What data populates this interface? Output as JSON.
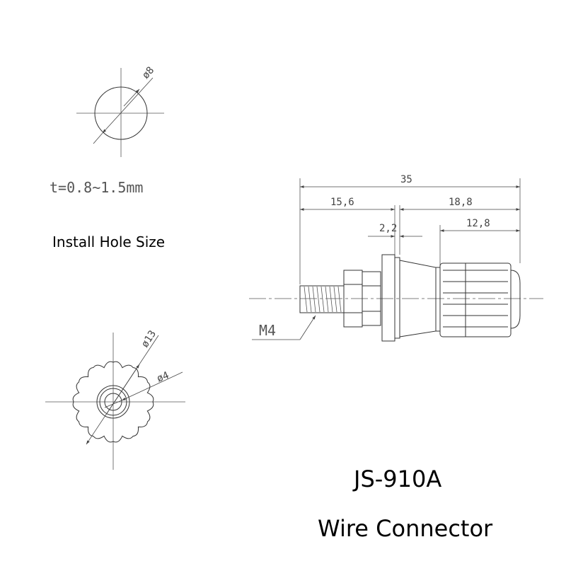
{
  "hole": {
    "diameter": "ø8",
    "thickness": "t=0.8~1.5mm",
    "caption": "Install Hole Size"
  },
  "front_view": {
    "outer_diameter": "ø13",
    "inner_diameter": "ø4"
  },
  "side_view": {
    "overall_length": "35",
    "left_length": "15,6",
    "right_length": "18,8",
    "flange_width": "2,2",
    "knob_length": "12,8",
    "thread": "M4"
  },
  "product": {
    "model": "JS-910A",
    "name": "Wire Connector"
  },
  "colors": {
    "line": "#333333",
    "text": "#000000"
  }
}
